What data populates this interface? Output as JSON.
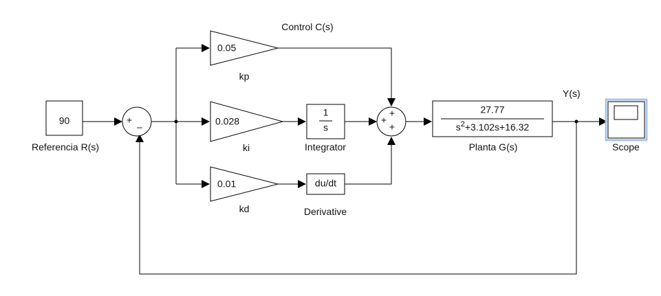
{
  "diagram": {
    "blocks": {
      "constant": {
        "value": "90",
        "label": "Referencia R(s)"
      },
      "sum1": {
        "sign_plus": "+",
        "sign_minus": "–"
      },
      "gain_kp": {
        "value": "0.05",
        "label": "kp"
      },
      "gain_ki": {
        "value": "0.028",
        "label": "ki"
      },
      "gain_kd": {
        "value": "0.01",
        "label": "kd"
      },
      "integrator": {
        "numerator": "1",
        "denominator": "s",
        "label": "Integrator"
      },
      "derivative": {
        "text": "du/dt",
        "label": "Derivative"
      },
      "sum2": {
        "sign_top": "+",
        "sign_left": "+",
        "sign_bottom": "+"
      },
      "plant": {
        "numerator": "27.77",
        "den_s": "s",
        "den_exp": "2",
        "den_rest": "+3.102s+16.32",
        "label": "Planta G(s)"
      },
      "scope": {
        "label": "Scope"
      }
    },
    "annotations": {
      "control": "Control C(s)",
      "output": "Y(s)"
    }
  }
}
